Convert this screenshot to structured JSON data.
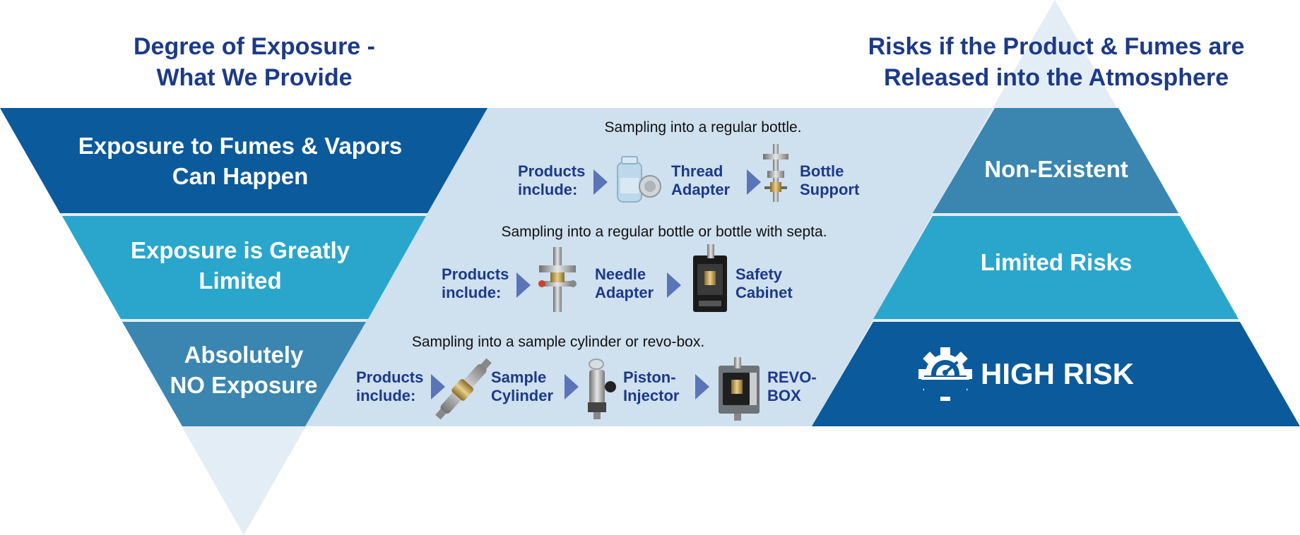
{
  "headings": {
    "left_line1": "Degree of Exposure -",
    "left_line2": "What We Provide",
    "right_line1": "Risks if the Product & Fumes are",
    "right_line2": "Released into the Atmosphere"
  },
  "rows": [
    {
      "exposure_line1": "Exposure to Fumes & Vapors",
      "exposure_line2": "Can Happen",
      "description": "Sampling into a regular bottle.",
      "products_label_line1": "Products",
      "products_label_line2": "include:",
      "products": [
        {
          "line1": "Thread",
          "line2": "Adapter",
          "icon": "glass-bottle-icon"
        },
        {
          "line1": "Bottle",
          "line2": "Support",
          "icon": "bottle-support-icon"
        }
      ],
      "risk": "Non-Existent"
    },
    {
      "exposure_line1": "Exposure is Greatly",
      "exposure_line2": "Limited",
      "description": "Sampling into a regular bottle or bottle with septa.",
      "products_label_line1": "Products",
      "products_label_line2": "include:",
      "products": [
        {
          "line1": "Needle",
          "line2": "Adapter",
          "icon": "needle-adapter-icon"
        },
        {
          "line1": "Safety",
          "line2": "Cabinet",
          "icon": "safety-cabinet-icon"
        }
      ],
      "risk": "Limited Risks"
    },
    {
      "exposure_line1": "Absolutely",
      "exposure_line2": "NO Exposure",
      "description": "Sampling into a sample cylinder or revo-box.",
      "products_label_line1": "Products",
      "products_label_line2": "include:",
      "products": [
        {
          "line1": "Sample",
          "line2": "Cylinder",
          "icon": "sample-cylinder-icon"
        },
        {
          "line1": "Piston-",
          "line2": "Injector",
          "icon": "piston-injector-icon"
        },
        {
          "line1": "REVO-",
          "line2": "BOX",
          "icon": "revo-box-icon"
        }
      ],
      "risk": "HIGH RISK",
      "risk_icon": "speedometer-gear-icon"
    }
  ],
  "colors": {
    "heading": "#1c3a8a",
    "band_dark": "#0b5a9b",
    "band_mid": "#2aa6cc",
    "band_steel": "#3a86b0",
    "light_fill": "#cfe0ee",
    "pale_triangle": "#e3edf5",
    "arrow": "#5a74b8"
  }
}
